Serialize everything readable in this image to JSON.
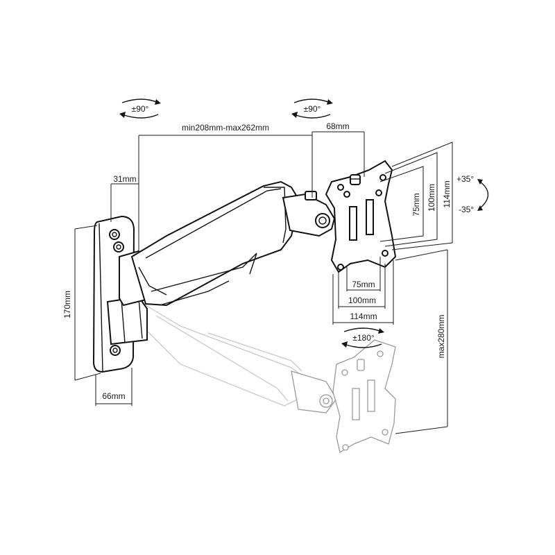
{
  "labels": {
    "rot_left": "±90°",
    "rot_mid": "±90°",
    "rot_bottom": "±180°",
    "tilt_up": "+35°",
    "tilt_down": "-35°",
    "reach": "min208mm-max262mm",
    "offset_68": "68mm",
    "offset_31": "31mm",
    "height_170": "170mm",
    "width_66": "66mm",
    "vesa_75_v": "75mm",
    "vesa_100_v": "100mm",
    "vesa_114_v": "114mm",
    "vesa_75_h": "75mm",
    "vesa_100_h": "100mm",
    "vesa_114_h": "114mm",
    "height_280": "max280mm"
  },
  "colors": {
    "line": "#111111",
    "ghost": "#c9c9c9",
    "background": "#ffffff"
  }
}
